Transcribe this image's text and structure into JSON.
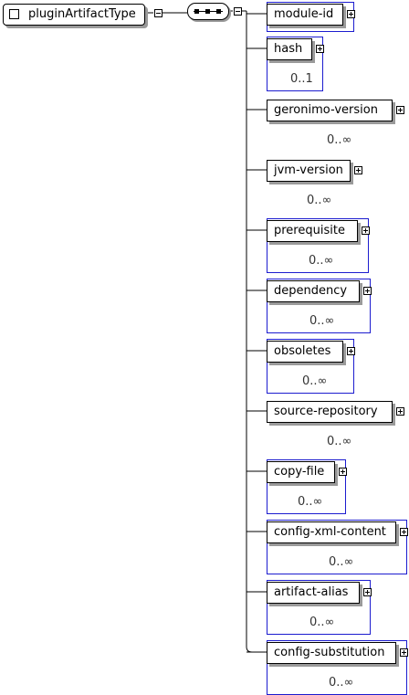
{
  "root": {
    "label": "pluginArtifactType"
  },
  "compositor": {
    "type": "sequence"
  },
  "elements": [
    {
      "label": "module-id",
      "occurs": "",
      "optional": false
    },
    {
      "label": "hash",
      "occurs": "0..1",
      "optional": false
    },
    {
      "label": "geronimo-version",
      "occurs": "0..∞",
      "optional": true
    },
    {
      "label": "jvm-version",
      "occurs": "0..∞",
      "optional": true
    },
    {
      "label": "prerequisite",
      "occurs": "0..∞",
      "optional": false
    },
    {
      "label": "dependency",
      "occurs": "0..∞",
      "optional": false
    },
    {
      "label": "obsoletes",
      "occurs": "0..∞",
      "optional": false
    },
    {
      "label": "source-repository",
      "occurs": "0..∞",
      "optional": true
    },
    {
      "label": "copy-file",
      "occurs": "0..∞",
      "optional": false
    },
    {
      "label": "config-xml-content",
      "occurs": "0..∞",
      "optional": false
    },
    {
      "label": "artifact-alias",
      "occurs": "0..∞",
      "optional": false
    },
    {
      "label": "config-substitution",
      "occurs": "0..∞",
      "optional": false
    }
  ],
  "colors": {
    "container_border": "#1c1ccf",
    "shadow": "#9a9a9a"
  }
}
